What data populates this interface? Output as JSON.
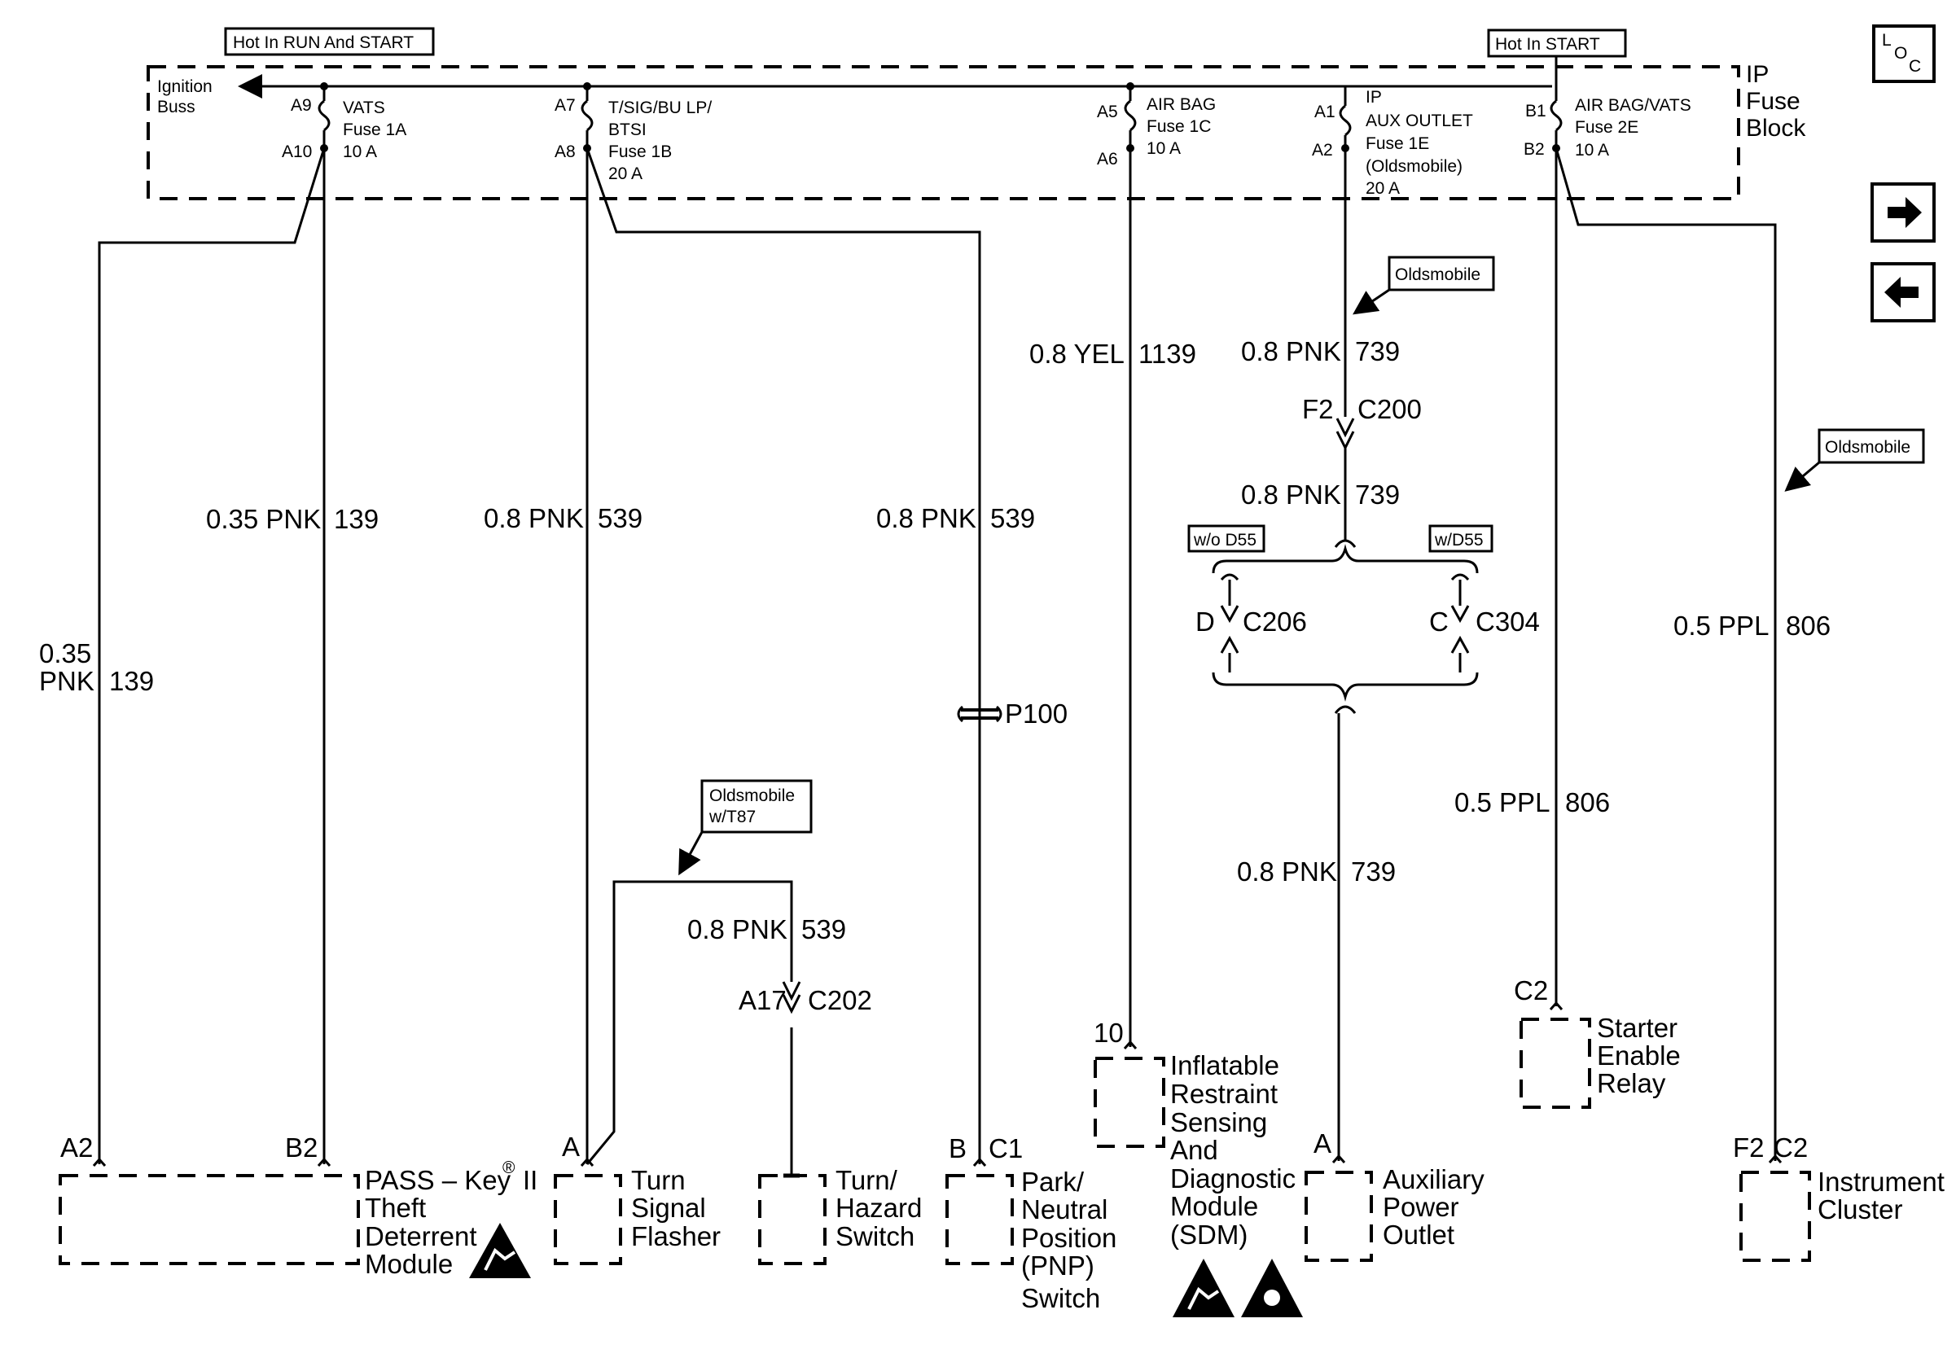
{
  "header": {
    "hot_run_start": "Hot In RUN And START",
    "hot_start": "Hot In START"
  },
  "fuse_block": {
    "label_line1": "IP",
    "label_line2": "Fuse",
    "label_line3": "Block",
    "ignition_buss_line1": "Ignition",
    "ignition_buss_line2": "Buss"
  },
  "fuses": [
    {
      "pin_in": "A9",
      "pin_out": "A10",
      "lines": [
        "VATS",
        "Fuse 1A",
        "10 A"
      ]
    },
    {
      "pin_in": "A7",
      "pin_out": "A8",
      "lines": [
        "T/SIG/BU LP/",
        "BTSI",
        "Fuse 1B",
        "20 A"
      ]
    },
    {
      "pin_in": "A5",
      "pin_out": "A6",
      "lines": [
        "AIR BAG",
        "Fuse 1C",
        "10 A"
      ]
    },
    {
      "pin_in": "A1",
      "pin_out": "A2",
      "lines": [
        "IP",
        "AUX OUTLET",
        "Fuse 1E",
        "(Oldsmobile)",
        "20 A"
      ]
    },
    {
      "pin_in": "B1",
      "pin_out": "B2",
      "lines": [
        "AIR BAG/VATS",
        "Fuse 2E",
        "10 A"
      ]
    }
  ],
  "wires": {
    "w139_left_gauge": "0.35",
    "w139_left_color": "PNK",
    "w139_left_circuit": "139",
    "w139_mid_gauge": "0.35 PNK",
    "w139_mid_circuit": "139",
    "w539_a_gauge": "0.8 PNK",
    "w539_a_circuit": "539",
    "w539_b_gauge": "0.8 PNK",
    "w539_b_circuit": "539",
    "w539_c_gauge": "0.8 PNK",
    "w539_c_circuit": "539",
    "w1139_gauge": "0.8 YEL",
    "w1139_circuit": "1139",
    "w739_a_gauge": "0.8 PNK",
    "w739_a_circuit": "739",
    "w739_b_gauge": "0.8 PNK",
    "w739_b_circuit": "739",
    "w739_c_gauge": "0.8 PNK",
    "w739_c_circuit": "739",
    "w806_a_gauge": "0.5 PPL",
    "w806_a_circuit": "806",
    "w806_b_gauge": "0.5 PPL",
    "w806_b_circuit": "806"
  },
  "connectors": {
    "c200_pin": "F2",
    "c200_name": "C200",
    "c206_pin": "D",
    "c206_name": "C206",
    "c304_pin": "C",
    "c304_name": "C304",
    "c202_pin": "A17",
    "c202_name": "C202",
    "p100_name": "P100"
  },
  "options": {
    "oldsmobile_1": "Oldsmobile",
    "oldsmobile_2": "Oldsmobile",
    "oldsmobile_t87_line1": "Oldsmobile",
    "oldsmobile_t87_line2": "w/T87",
    "wo_d55": "w/o D55",
    "w_d55": "w/D55"
  },
  "components": {
    "passkey": {
      "pin_left": "A2",
      "pin_right": "B2",
      "line1": "PASS – Key",
      "reg": "®",
      "suffix": "II",
      "line2": "Theft",
      "line3": "Deterrent",
      "line4": "Module"
    },
    "flasher": {
      "pin": "A",
      "lines": [
        "Turn",
        "Signal",
        "Flasher"
      ]
    },
    "hazard": {
      "lines": [
        "Turn/",
        "Hazard",
        "Switch"
      ]
    },
    "pnp": {
      "pin_b": "B",
      "pin_c1": "C1",
      "lines": [
        "Park/",
        "Neutral",
        "Position",
        "(PNP)",
        "Switch"
      ]
    },
    "sdm": {
      "pin": "10",
      "lines": [
        "Inflatable",
        "Restraint",
        "Sensing",
        "And",
        "Diagnostic",
        "Module",
        "(SDM)"
      ]
    },
    "aux_outlet": {
      "pin": "A",
      "lines": [
        "Auxiliary",
        "Power",
        "Outlet"
      ]
    },
    "starter_relay": {
      "pin": "C2",
      "lines": [
        "Starter",
        "Enable",
        "Relay"
      ]
    },
    "cluster": {
      "pin_f2": "F2",
      "pin_c2": "C2",
      "lines": [
        "Instrument",
        "Cluster"
      ]
    }
  },
  "nav": {
    "loc_l": "L",
    "loc_o": "O",
    "loc_c": "C",
    "forward_icon": "arrow-right-icon",
    "back_icon": "arrow-left-icon"
  }
}
